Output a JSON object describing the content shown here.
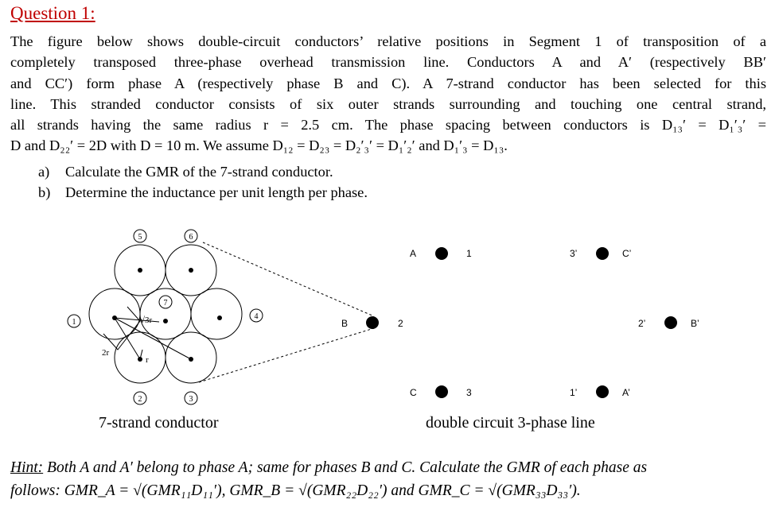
{
  "title": "Question 1:",
  "body_lines": [
    "The figure below shows double-circuit conductors’ relative positions in Segment 1 of transposition of a",
    "completely transposed three-phase overhead transmission line. Conductors A and A′ (respectively BB′",
    "and CC′) form phase A (respectively phase B and C). A 7-strand conductor has been selected for this",
    "line. This stranded conductor consists of six outer strands surrounding and touching one central strand,",
    "all strands having the same radius r = 2.5 cm. The phase spacing between conductors is D₁₃′ = D₁′₃′ =",
    "D and D₂₂′ = 2D with D = 10 m. We assume D₁₂ = D₂₃ = D₂′₃′ = D₁′₂′ and D₁′₃ = D₁₃."
  ],
  "parts": [
    {
      "label": "a)",
      "text": "Calculate the GMR of the 7-strand conductor."
    },
    {
      "label": "b)",
      "text": "Determine the inductance per unit length per phase."
    }
  ],
  "strand_diagram": {
    "strand_numbers": [
      "1",
      "2",
      "3",
      "4",
      "5",
      "6",
      "7"
    ],
    "dim_labels": {
      "sqrt3r": "√3r",
      "two_r": "2r",
      "r": "r"
    },
    "caption": "7-strand conductor"
  },
  "line_diagram": {
    "conductors": [
      {
        "letter": "A",
        "number": "1"
      },
      {
        "letter": "B",
        "number": "2"
      },
      {
        "letter": "C",
        "number": "3"
      },
      {
        "letter": "C’",
        "number": "3’"
      },
      {
        "letter": "B’",
        "number": "2’"
      },
      {
        "letter": "A’",
        "number": "1’"
      }
    ],
    "caption": "double circuit 3-phase line"
  },
  "hint": {
    "label": "Hint:",
    "line1": "Both A and A′ belong to phase A; same for phases B and C. Calculate the GMR of each phase as",
    "line2": "follows: GMR_A = √(GMR₁₁D₁₁′), GMR_B = √(GMR₂₂D₂₂′) and GMR_C = √(GMR₃₃D₃₃′)."
  },
  "colors": {
    "title": "#c00000",
    "text": "#000000"
  }
}
